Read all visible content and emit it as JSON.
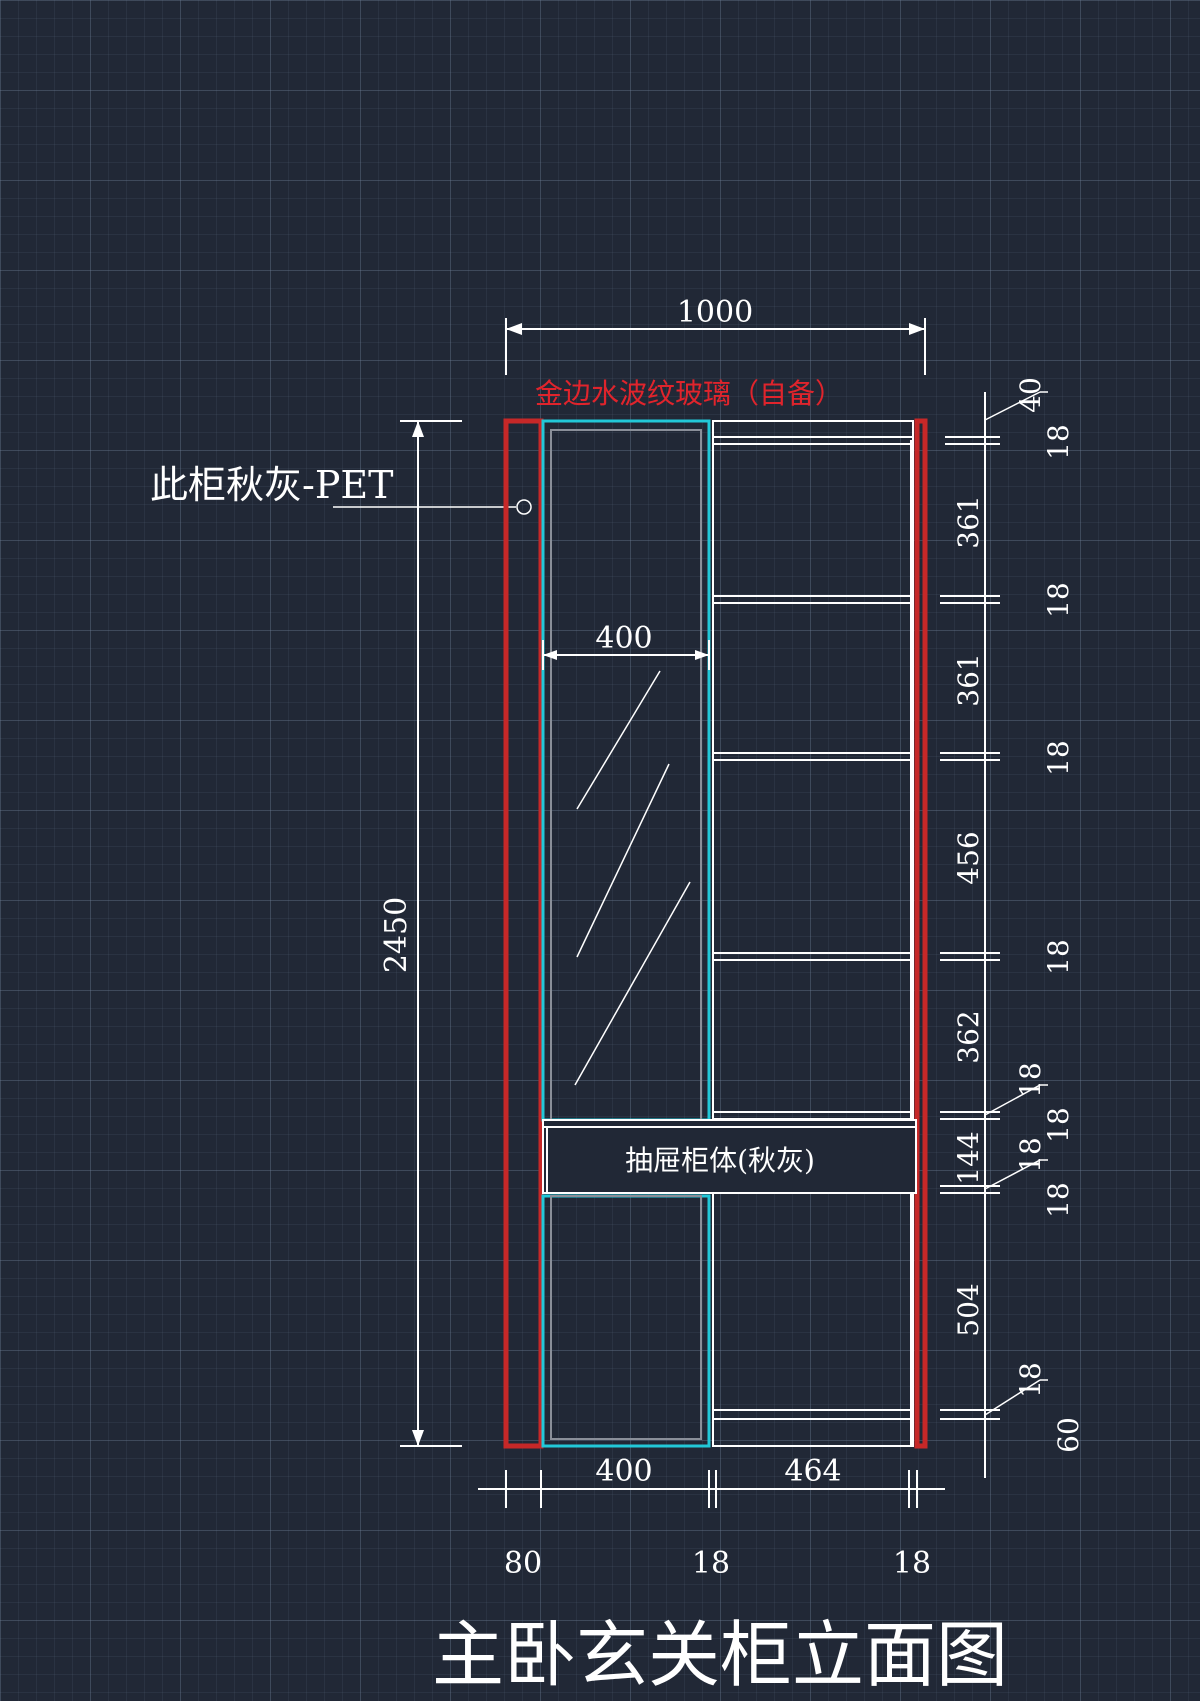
{
  "drawing": {
    "title": "主卧玄关柜立面图",
    "label_glass": "金边水波纹玻璃（自备）",
    "label_material": "此柜秋灰-PET",
    "label_drawer": "抽屉柜体(秋灰)",
    "colors": {
      "background": "#212836",
      "line": "#ffffff",
      "red_panel": "#c62828",
      "cyan_glass": "#22c8d8",
      "red_text": "#e0242c"
    }
  },
  "dimensions": {
    "top_width": "1000",
    "total_height": "2450",
    "glass_inner_width": "400",
    "bottom": {
      "left_panel": "80",
      "glass": "400",
      "open_shelf": "464",
      "sep_18_a": "18",
      "sep_18_b": "18"
    },
    "right": {
      "top_40": "40",
      "r1": "18",
      "h1": "361",
      "r2": "18",
      "h2": "361",
      "r3": "18",
      "h3": "456",
      "r4": "18",
      "h4": "362",
      "r5a": "18",
      "r5b": "18",
      "h5": "144",
      "r6a": "18",
      "r6b": "18",
      "h6": "504",
      "r7": "18",
      "bottom_60": "60"
    }
  }
}
